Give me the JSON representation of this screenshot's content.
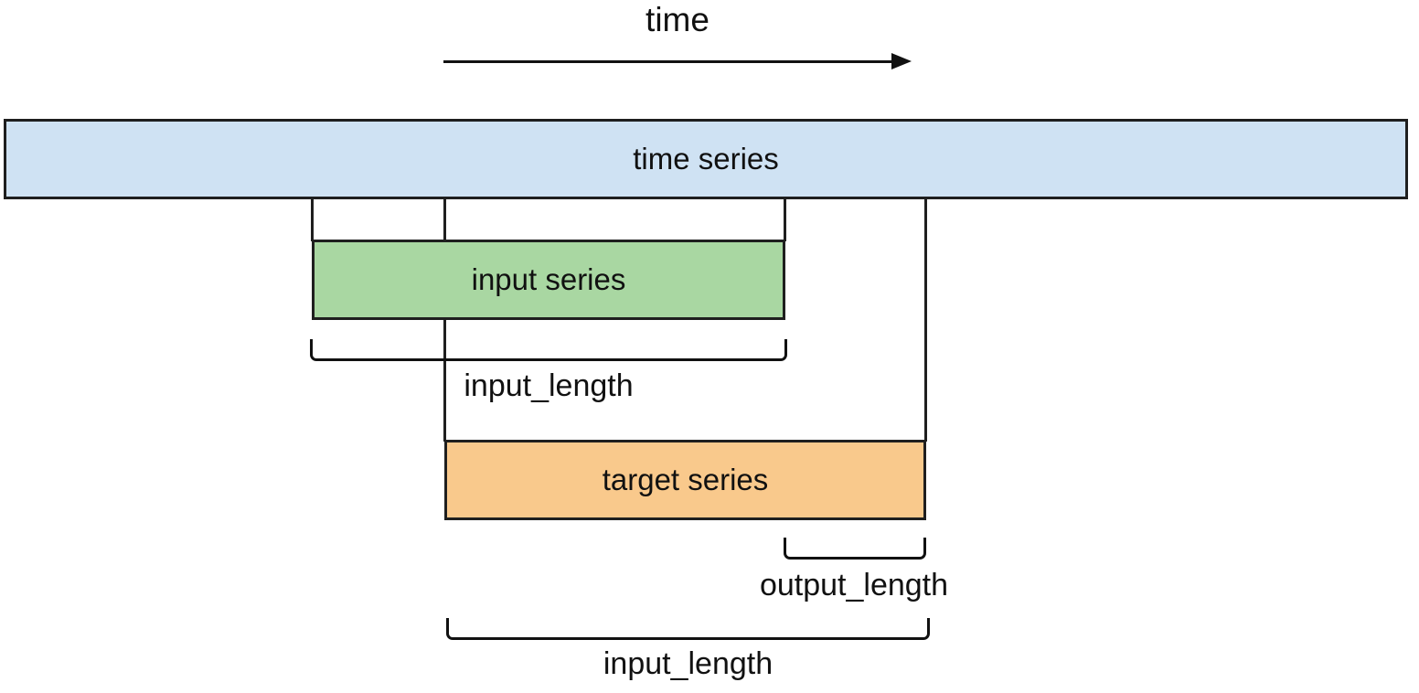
{
  "axis": {
    "label": "time"
  },
  "bars": {
    "time_series": {
      "label": "time series",
      "fill": "#cfe2f3"
    },
    "input_series": {
      "label": "input series",
      "fill": "#a9d7a2"
    },
    "target_series": {
      "label": "target series",
      "fill": "#f9c98c"
    }
  },
  "brackets": {
    "input_length_top": {
      "label": "input_length"
    },
    "output_length": {
      "label": "output_length"
    },
    "input_length_bottom": {
      "label": "input_length"
    }
  },
  "colors": {
    "bar_border": "#1f1f1f",
    "line": "#111111",
    "text": "#111111",
    "background": "#ffffff"
  }
}
